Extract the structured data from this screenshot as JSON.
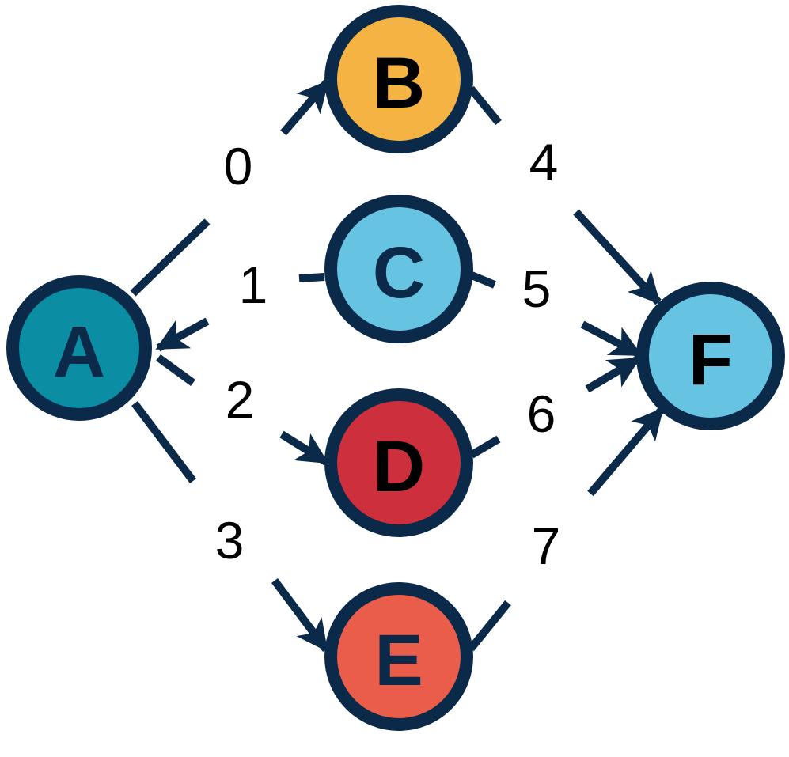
{
  "colors": {
    "outline": "#0b2a4a",
    "label_dark": "#000000",
    "label_navy": "#0b2a4a"
  },
  "nodes": [
    {
      "id": "A",
      "label": "A",
      "fill": "#0b8da4",
      "text_color": "#0b2a4a"
    },
    {
      "id": "B",
      "label": "B",
      "fill": "#f4b343",
      "text_color": "#000000"
    },
    {
      "id": "C",
      "label": "C",
      "fill": "#66c4e2",
      "text_color": "#0b2a4a"
    },
    {
      "id": "D",
      "label": "D",
      "fill": "#cd2f3c",
      "text_color": "#000000"
    },
    {
      "id": "E",
      "label": "E",
      "fill": "#ea5d4b",
      "text_color": "#0b2a4a"
    },
    {
      "id": "F",
      "label": "F",
      "fill": "#66c4e2",
      "text_color": "#000000"
    }
  ],
  "edges": [
    {
      "id": "e0",
      "label": "0",
      "from": "A",
      "to": "B"
    },
    {
      "id": "e1",
      "label": "1",
      "from": "C",
      "to": "A"
    },
    {
      "id": "e2",
      "label": "2",
      "from": "A",
      "to": "D"
    },
    {
      "id": "e3",
      "label": "3",
      "from": "A",
      "to": "E"
    },
    {
      "id": "e4",
      "label": "4",
      "from": "B",
      "to": "F"
    },
    {
      "id": "e5",
      "label": "5",
      "from": "C",
      "to": "F"
    },
    {
      "id": "e6",
      "label": "6",
      "from": "D",
      "to": "F"
    },
    {
      "id": "e7",
      "label": "7",
      "from": "E",
      "to": "F"
    }
  ]
}
